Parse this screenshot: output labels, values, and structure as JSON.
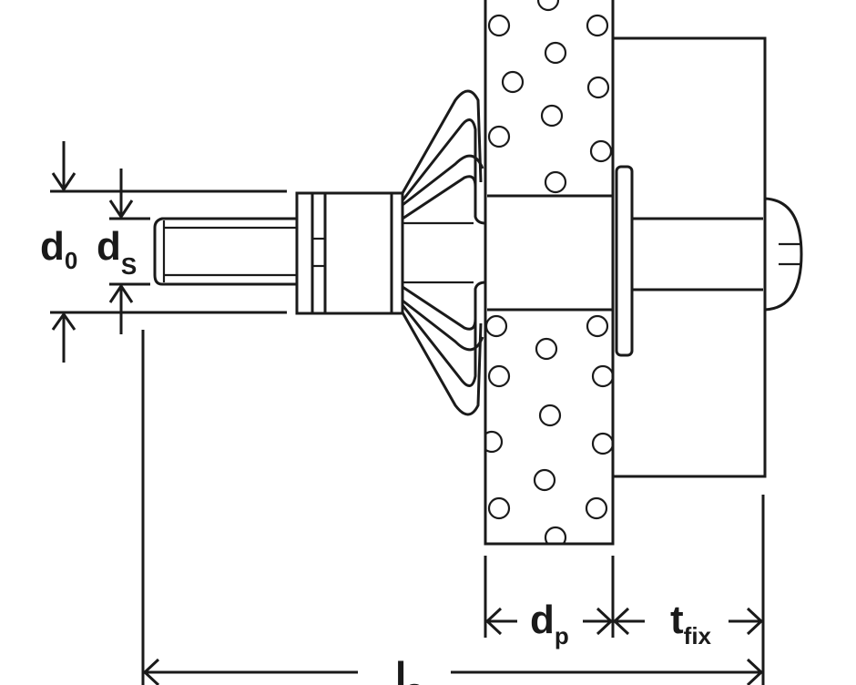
{
  "title": "Hollow wall anchor installation dimensions",
  "labels": {
    "d0": {
      "main": "d",
      "sub": "0"
    },
    "ds": {
      "main": "d",
      "sub": "S"
    },
    "dp": {
      "main": "d",
      "sub": "p"
    },
    "tfix": {
      "main": "t",
      "sub": "fix"
    },
    "ls": {
      "main": "l",
      "sub": "S"
    }
  },
  "colors": {
    "line": "#1a1a1a",
    "background": "#ffffff"
  }
}
